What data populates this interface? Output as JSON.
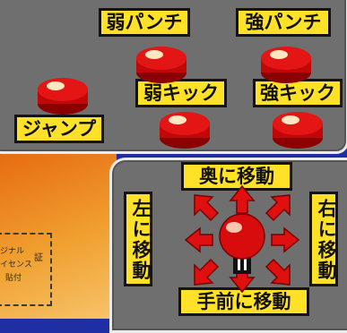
{
  "labels": {
    "weak_punch": "弱パンチ",
    "strong_punch": "強パンチ",
    "weak_kick": "弱キック",
    "strong_kick": "強キック",
    "jump": "ジャンプ",
    "move_back": "奥に移動",
    "move_left": "左に移動",
    "move_right": "右に移動",
    "move_front": "手前に移動"
  },
  "sticker": {
    "line1": "ジナル",
    "line2": "イセンス",
    "line3": "貼付",
    "mark": "証"
  },
  "colors": {
    "background_blue": "#1f2ea3",
    "panel_gray": "#6f6f6f",
    "label_yellow": "#ffe227",
    "button_red": "#e01010",
    "orange": "#f0a030"
  },
  "icons": {
    "buttons": "red-arcade-button",
    "joystick": "joystick-with-eight-direction-arrows"
  }
}
